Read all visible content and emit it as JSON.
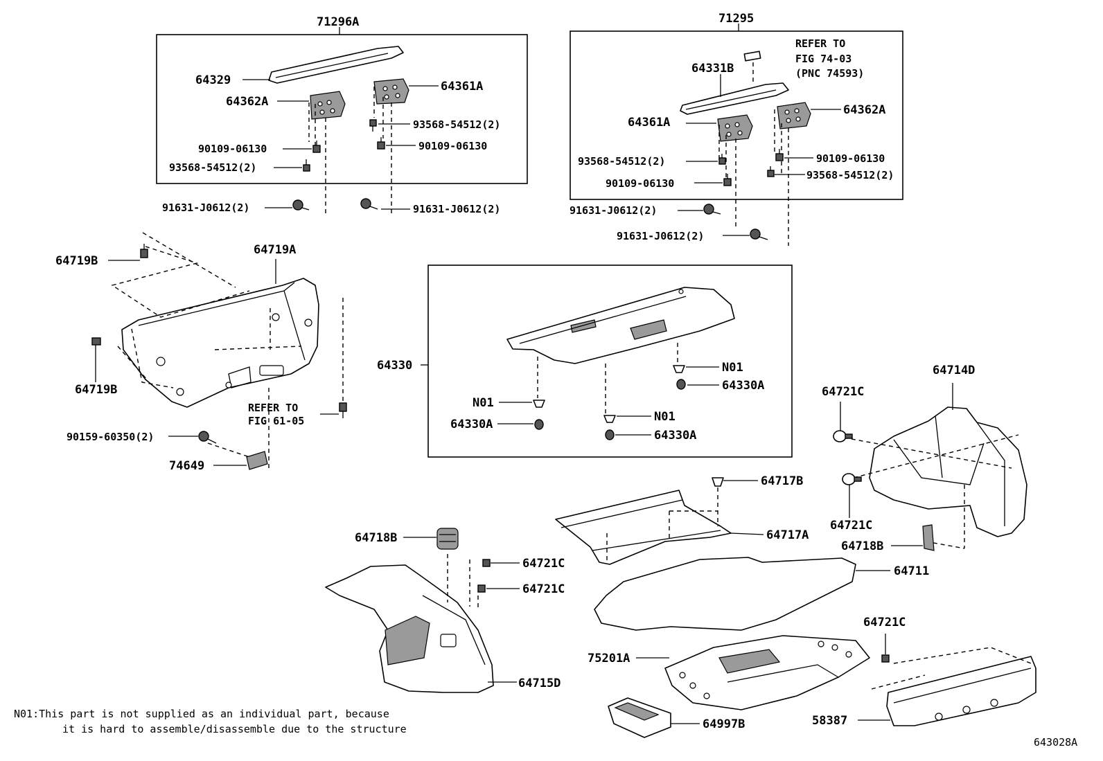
{
  "diagram_id": "643028A",
  "note": {
    "line1": "N01:This part is not supplied as an individual part, because",
    "line2": "it is hard to assemble/disassemble due to the structure"
  },
  "refs": {
    "fig_74_03_l1": "REFER TO",
    "fig_74_03_l2": "FIG 74-03",
    "fig_74_03_l3": "(PNC 74593)",
    "fig_61_05_l1": "REFER TO",
    "fig_61_05_l2": "FIG 61-05"
  },
  "labels": {
    "p71296A": "71296A",
    "p71295": "71295",
    "p64329": "64329",
    "p64362A_l": "64362A",
    "p64361A_l": "64361A",
    "p93568_l1": "93568-54512(2)",
    "p90109_l1": "90109-06130",
    "p90109_l2": "90109-06130",
    "p93568_l2": "93568-54512(2)",
    "p91631_l1": "91631-J0612(2)",
    "p91631_l2": "91631-J0612(2)",
    "p64331B": "64331B",
    "p64361A_r": "64361A",
    "p64362A_r": "64362A",
    "p93568_r1": "93568-54512(2)",
    "p90109_r1": "90109-06130",
    "p90109_r2": "90109-06130",
    "p93568_r2": "93568-54512(2)",
    "p91631_r1": "91631-J0612(2)",
    "p91631_r2": "91631-J0612(2)",
    "p64719B_a": "64719B",
    "p64719A": "64719A",
    "p64719B_b": "64719B",
    "p90159": "90159-60350(2)",
    "p74649": "74649",
    "p64330": "64330",
    "pN01_a": "N01",
    "pN01_b": "N01",
    "pN01_c": "N01",
    "p64330A_a": "64330A",
    "p64330A_b": "64330A",
    "p64330A_c": "64330A",
    "p64714D": "64714D",
    "p64721C_a": "64721C",
    "p64721C_b": "64721C",
    "p64717B": "64717B",
    "p64717A": "64717A",
    "p64718B_r": "64718B",
    "p64711": "64711",
    "p64718B_l": "64718B",
    "p64721C_c": "64721C",
    "p64721C_d": "64721C",
    "p64715D": "64715D",
    "p64721C_e": "64721C",
    "p75201A": "75201A",
    "p64997B": "64997B",
    "p58387": "58387"
  }
}
